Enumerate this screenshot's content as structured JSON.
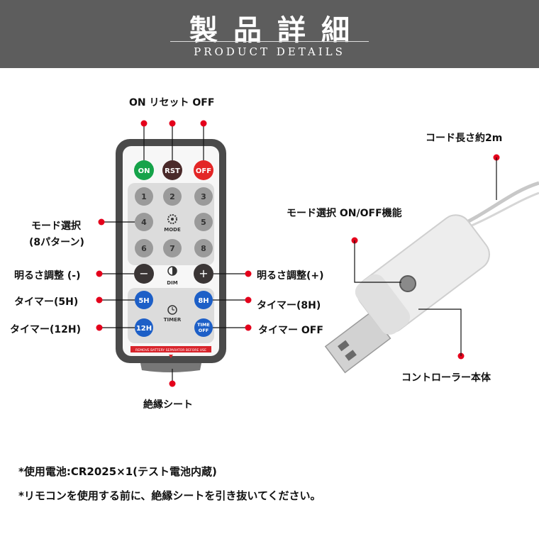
{
  "header": {
    "title": "製品詳細",
    "subtitle": "PRODUCT DETAILS"
  },
  "remote": {
    "top_caption": "ON リセット OFF",
    "buttons_top": [
      "ON",
      "RST",
      "OFF"
    ],
    "numbers": [
      "1",
      "2",
      "3",
      "4",
      "5",
      "6",
      "7",
      "8"
    ],
    "mode_label": "MODE",
    "dim_label": "DIM",
    "timer_label": "TIMER",
    "dim_minus": "−",
    "dim_plus": "+",
    "timer_5h": "5H",
    "timer_8h": "8H",
    "timer_12h": "12H",
    "timer_off_line1": "TIME",
    "timer_off_line2": "OFF",
    "battery_strip": "REMOVE BATTERY SEPARATOR BEFORE USE"
  },
  "labels": {
    "mode_select_line1": "モード選択",
    "mode_select_line2": "(8パターン)",
    "brightness_down": "明るさ調整 (-)",
    "brightness_up": "明るさ調整(+)",
    "timer_5h": "タイマー(5H)",
    "timer_8h": "タイマー(8H)",
    "timer_12h": "タイマー(12H)",
    "timer_off": "タイマー OFF",
    "insulation_sheet": "絶縁シート",
    "cord_length": "コード長さ約2m",
    "controller_mode": "モード選択 ON/OFF機能",
    "controller_body": "コントローラー本体"
  },
  "notes": [
    "*使用電池:CR2025×1(テスト電池内蔵)",
    "*リモコンを使用する前に、絶縁シートを引き抜いてください。"
  ],
  "colors": {
    "header_bg": "#5d5d5d",
    "marker": "#e4001b",
    "btn_on": "#16a34a",
    "btn_rst": "#4a2a2a",
    "btn_off": "#e32626",
    "btn_blue": "#1d5fc7",
    "btn_gray": "#9a9a9a",
    "btn_dark": "#3a3535"
  }
}
